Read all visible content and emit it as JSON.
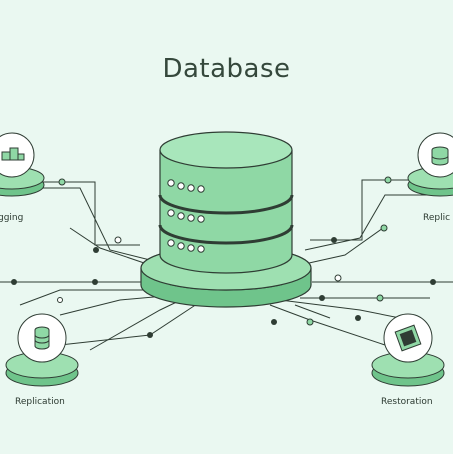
{
  "title": "Database",
  "labels": {
    "top_left": "gging",
    "top_right": "Replic",
    "bottom_left": "Replication",
    "bottom_right": "Restoration"
  },
  "colors": {
    "background": "#eaf8f1",
    "green": "#8fd8a5",
    "green_dark": "#5fb37b",
    "line": "#2f3d34",
    "white": "#ffffff"
  },
  "icons": {
    "top_left": "boxes-icon",
    "top_right": "database-icon",
    "bottom_left": "database-stack-icon",
    "bottom_right": "chip-icon"
  }
}
